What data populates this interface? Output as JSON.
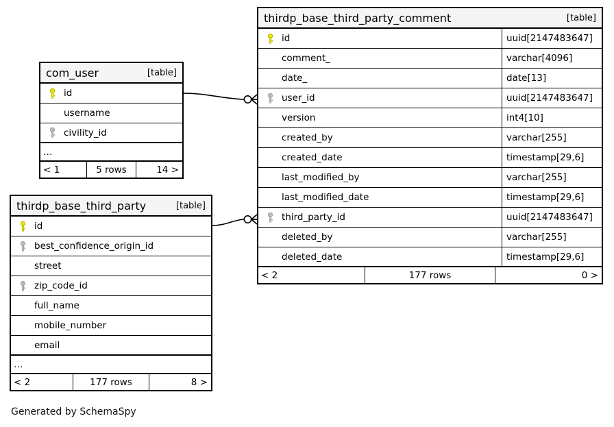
{
  "diagram": {
    "generator_note": "Generated by SchemaSpy",
    "table_tag": "[table]",
    "ellipsis": "…",
    "key_colors": {
      "primary": "#e8e800",
      "foreign": "#b3b3b3"
    }
  },
  "tables": [
    {
      "id": "com_user",
      "name": "com_user",
      "tag": "[table]",
      "columns": [
        {
          "name": "id",
          "type": "",
          "key": "primary"
        },
        {
          "name": "username",
          "type": "",
          "key": "none"
        },
        {
          "name": "civility_id",
          "type": "",
          "key": "foreign"
        }
      ],
      "has_ellipsis": true,
      "footer": {
        "left": "< 1",
        "middle": "5 rows",
        "right": "14 >"
      }
    },
    {
      "id": "thirdp_base_third_party",
      "name": "thirdp_base_third_party",
      "tag": "[table]",
      "columns": [
        {
          "name": "id",
          "type": "",
          "key": "primary"
        },
        {
          "name": "best_confidence_origin_id",
          "type": "",
          "key": "foreign"
        },
        {
          "name": "street",
          "type": "",
          "key": "none"
        },
        {
          "name": "zip_code_id",
          "type": "",
          "key": "foreign"
        },
        {
          "name": "full_name",
          "type": "",
          "key": "none"
        },
        {
          "name": "mobile_number",
          "type": "",
          "key": "none"
        },
        {
          "name": "email",
          "type": "",
          "key": "none"
        }
      ],
      "has_ellipsis": true,
      "footer": {
        "left": "< 2",
        "middle": "177 rows",
        "right": "8 >"
      }
    },
    {
      "id": "thirdp_base_third_party_comment",
      "name": "thirdp_base_third_party_comment",
      "tag": "[table]",
      "columns": [
        {
          "name": "id",
          "type": "uuid[2147483647]",
          "key": "primary"
        },
        {
          "name": "comment_",
          "type": "varchar[4096]",
          "key": "none"
        },
        {
          "name": "date_",
          "type": "date[13]",
          "key": "none"
        },
        {
          "name": "user_id",
          "type": "uuid[2147483647]",
          "key": "foreign"
        },
        {
          "name": "version",
          "type": "int4[10]",
          "key": "none"
        },
        {
          "name": "created_by",
          "type": "varchar[255]",
          "key": "none"
        },
        {
          "name": "created_date",
          "type": "timestamp[29,6]",
          "key": "none"
        },
        {
          "name": "last_modified_by",
          "type": "varchar[255]",
          "key": "none"
        },
        {
          "name": "last_modified_date",
          "type": "timestamp[29,6]",
          "key": "none"
        },
        {
          "name": "third_party_id",
          "type": "uuid[2147483647]",
          "key": "foreign"
        },
        {
          "name": "deleted_by",
          "type": "varchar[255]",
          "key": "none"
        },
        {
          "name": "deleted_date",
          "type": "timestamp[29,6]",
          "key": "none"
        }
      ],
      "has_ellipsis": false,
      "footer": {
        "left": "< 2",
        "middle": "177 rows",
        "right": "0 >"
      }
    }
  ],
  "relationships": [
    {
      "from": "com_user.id",
      "to": "thirdp_base_third_party_comment.user_id",
      "from_cardinality": "one",
      "to_cardinality": "zero-or-many"
    },
    {
      "from": "thirdp_base_third_party.id",
      "to": "thirdp_base_third_party_comment.third_party_id",
      "from_cardinality": "one",
      "to_cardinality": "zero-or-many"
    }
  ]
}
